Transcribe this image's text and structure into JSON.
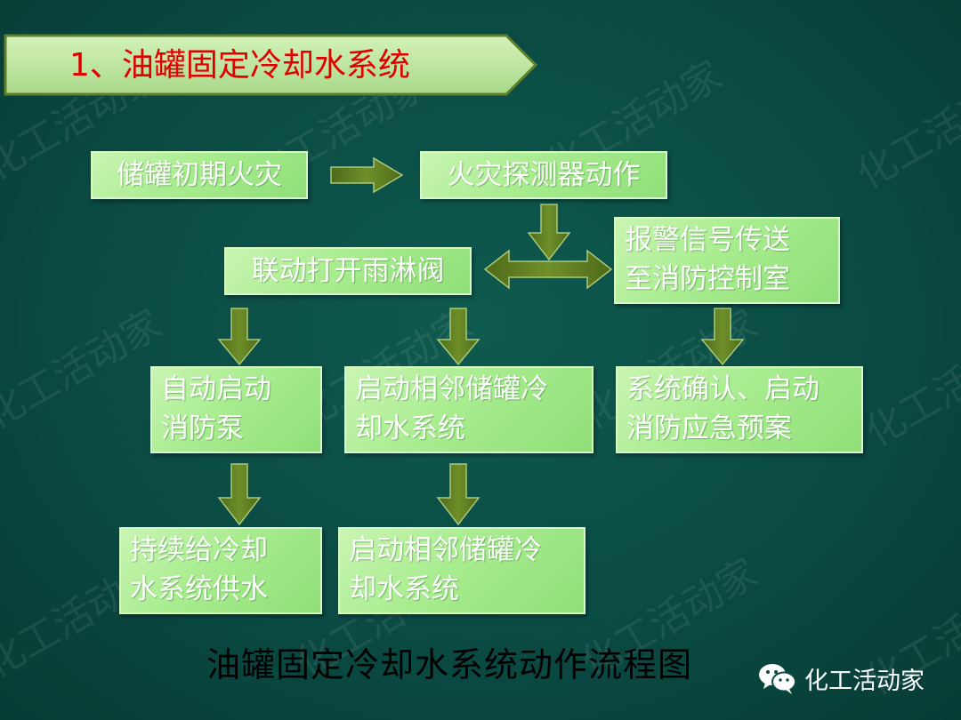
{
  "title": "1、油罐固定冷却水系统",
  "boxes": {
    "initial_fire": [
      "储罐初期火灾"
    ],
    "detector": [
      "火灾探测器动作"
    ],
    "alarm": [
      "报警信号传送",
      "至消防控制室"
    ],
    "open_valve": [
      "联动打开雨淋阀"
    ],
    "auto_pump": [
      "自动启动",
      "消防泵"
    ],
    "adjacent_1": [
      "启动相邻储罐冷",
      "却水系统"
    ],
    "emergency": [
      "系统确认、启动",
      "消防应急预案"
    ],
    "continuous": [
      "持续给冷却",
      "水系统供水"
    ],
    "adjacent_2": [
      "启动相邻储罐冷",
      "却水系统"
    ]
  },
  "caption": "油罐固定冷却水系统动作流程图",
  "logo": {
    "text": "化工活动家",
    "icon": "wechat-icon"
  },
  "watermark": "化工活动家",
  "colors": {
    "background": "#0a4b43",
    "box_fill": "#a8ec8f",
    "arrow": "#5b7a1f",
    "title_text": "#e00000",
    "banner": "#bfe89f"
  }
}
